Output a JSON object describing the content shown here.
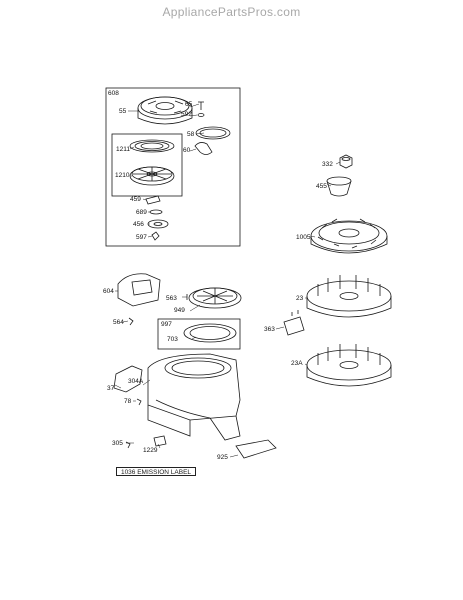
{
  "header": {
    "site_title": "AppliancePartsPros.com"
  },
  "parts": {
    "p608": "608",
    "p55": "55",
    "p65": "65",
    "p592": "592",
    "p58": "58",
    "p60": "60",
    "p1211": "1211",
    "p1210": "1210",
    "p459": "459",
    "p689": "689",
    "p456": "456",
    "p597": "597",
    "p332": "332",
    "p455": "455",
    "p1005": "1005",
    "p23": "23",
    "p23a": "23A",
    "p363": "363",
    "p604": "604",
    "p563": "563",
    "p949": "949",
    "p564": "564",
    "p997": "997",
    "p703": "703",
    "p304a": "304A",
    "p37": "37",
    "p78": "78",
    "p305": "305",
    "p1229": "1229",
    "p925": "925"
  },
  "note": {
    "emission_label": "1036 EMISSION LABEL"
  },
  "colors": {
    "ink": "#1a1a1a",
    "site_title": "#a8a8a8",
    "background": "#ffffff"
  }
}
